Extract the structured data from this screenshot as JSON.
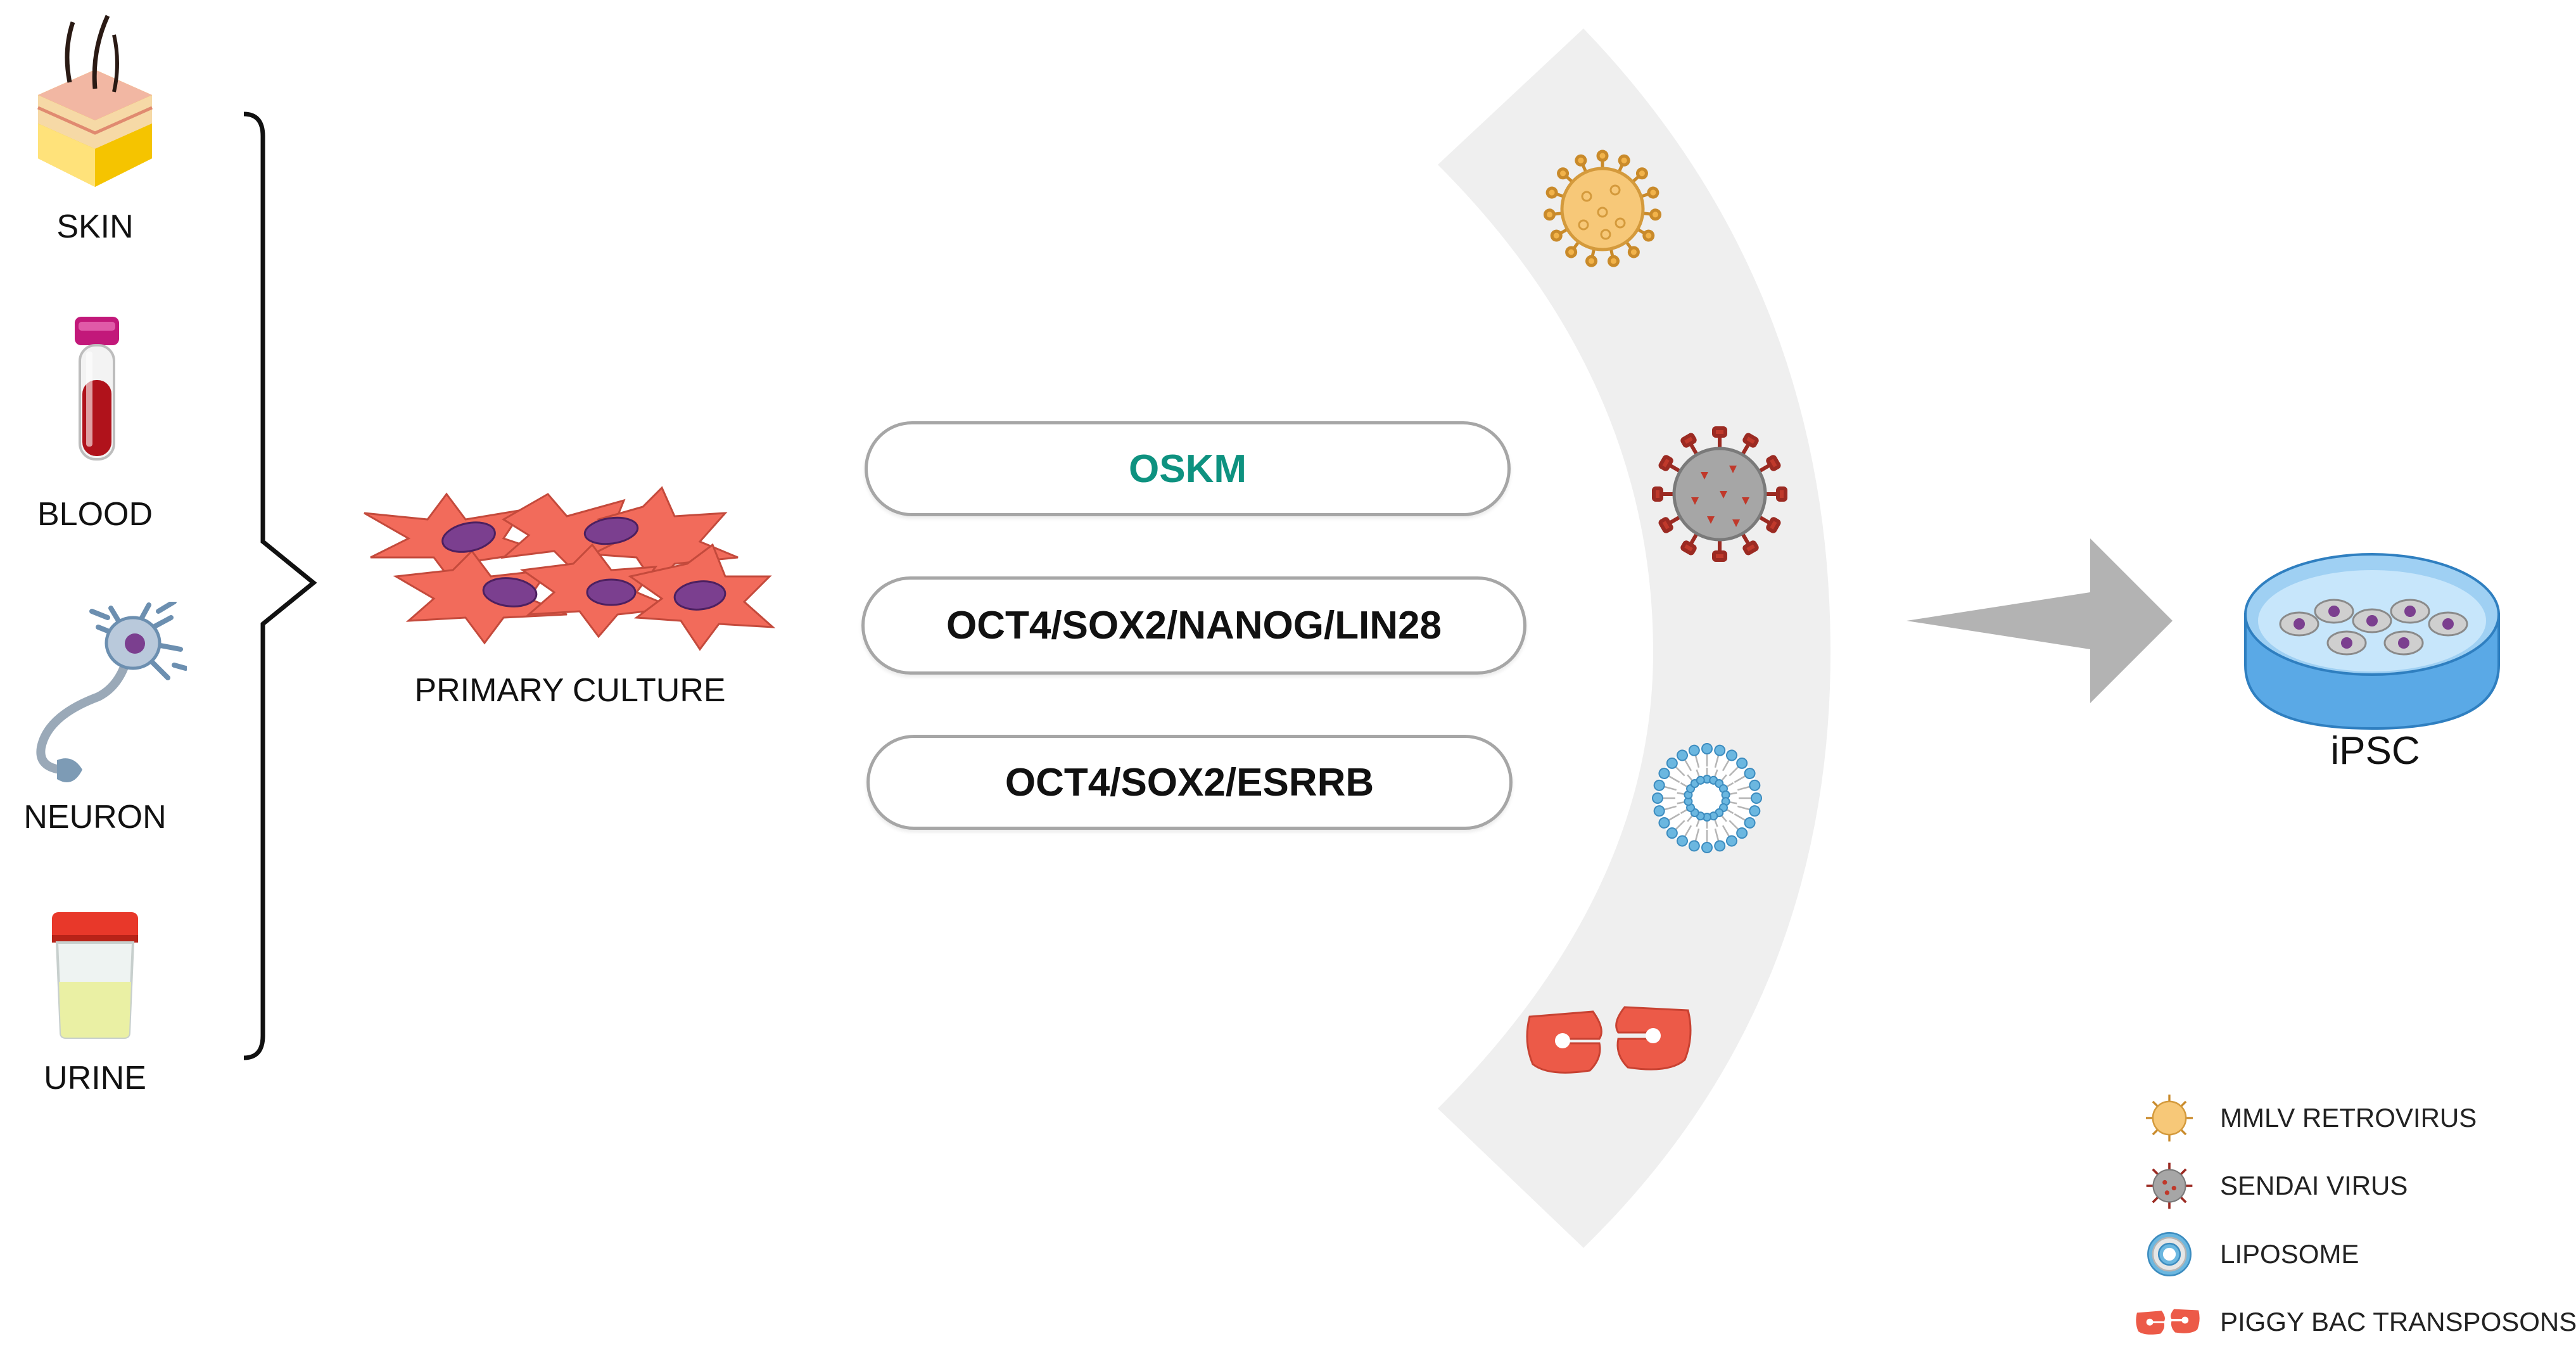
{
  "sources": [
    {
      "label": "SKIN",
      "icon": "skin-icon"
    },
    {
      "label": "BLOOD",
      "icon": "blood-tube-icon"
    },
    {
      "label": "NEURON",
      "icon": "neuron-icon"
    },
    {
      "label": "URINE",
      "icon": "urine-cup-icon"
    }
  ],
  "primary_culture": {
    "label": "PRIMARY CULTURE",
    "icon": "fibroblast-cells-icon"
  },
  "factors": [
    {
      "label": "OSKM",
      "color": "#0e9280"
    },
    {
      "label": "OCT4/SOX2/NANOG/LIN28",
      "color": "#111111"
    },
    {
      "label": "OCT4/SOX2/ESRRB",
      "color": "#111111"
    }
  ],
  "vectors": [
    {
      "icon": "mmlv-retrovirus-icon"
    },
    {
      "icon": "sendai-virus-icon"
    },
    {
      "icon": "liposome-icon"
    },
    {
      "icon": "piggybac-transposon-icon"
    }
  ],
  "result": {
    "label": "iPSC",
    "icon": "petri-dish-icon"
  },
  "legend": [
    {
      "label": "MMLV RETROVIRUS",
      "icon": "mmlv-retrovirus-icon"
    },
    {
      "label": "SENDAI VIRUS",
      "icon": "sendai-virus-icon"
    },
    {
      "label": "LIPOSOME",
      "icon": "liposome-icon"
    },
    {
      "label": "PIGGY BAC TRANSPOSONS",
      "icon": "piggybac-transposon-icon"
    }
  ],
  "colors": {
    "band": "#efefef",
    "arrow": "#b3b3b3",
    "fibroblast": "#f26b5b",
    "nucleus": "#7b3f8f",
    "retrovirus": "#f2b34a",
    "sendai": "#c0392b",
    "liposome_head": "#6bb7e0",
    "transposon": "#ec5a48",
    "dish": "#5aa9e6"
  }
}
